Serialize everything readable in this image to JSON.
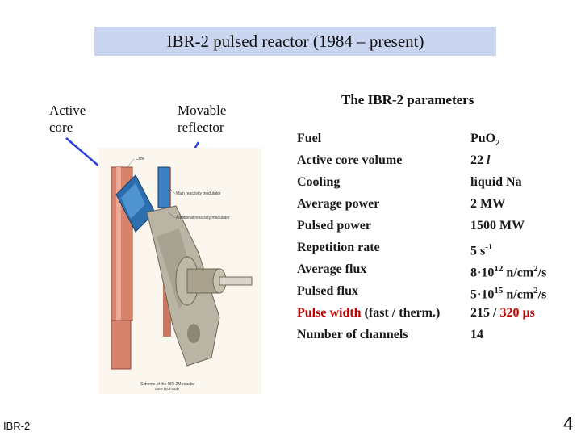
{
  "slide": {
    "title": "IBR-2 pulsed reactor (1984 – present)",
    "label_active_core_line1": "Active",
    "label_active_core_line2": "core",
    "label_movable_line1": "Movable",
    "label_movable_line2": "reflector",
    "params_title": "The IBR-2 parameters",
    "footer_left": "IBR-2",
    "page_number": "4"
  },
  "figure": {
    "label_core": "Core",
    "label_main": "Main reactivity modulator",
    "label_additional": "Additional reactivity modulator",
    "caption_line1": "Scheme of the IBR-2M reactor",
    "caption_line2": "core (cut-out)"
  },
  "parameters": [
    {
      "name": "Fuel",
      "value": "PuO",
      "sub": "2"
    },
    {
      "name": "Active core volume",
      "value": "22 ",
      "italic": "l"
    },
    {
      "name": "Cooling",
      "value": "liquid Na"
    },
    {
      "name": "Average power",
      "value": "2 MW"
    },
    {
      "name": "Pulsed power",
      "value": "1500 MW"
    },
    {
      "name": "Repetition rate",
      "value": "5 s",
      "sup": "-1"
    },
    {
      "name": "Average flux",
      "value": "8·10",
      "sup": "12",
      "value2": " n/cm",
      "sup2": "2",
      "value3": "/s"
    },
    {
      "name": "Pulsed flux",
      "value": "5·10",
      "sup": "15",
      "value2": " n/cm",
      "sup2": "2",
      "value3": "/s"
    },
    {
      "name_red": "Pulse width",
      "name_rest": " (fast / therm.)",
      "value": "215",
      "value_rest": " / ",
      "value_red": "320 µs"
    },
    {
      "name": "Number of channels",
      "value": "14"
    }
  ]
}
